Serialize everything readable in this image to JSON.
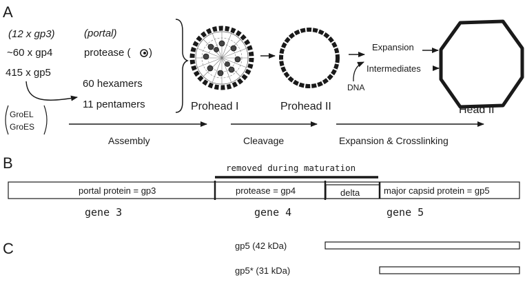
{
  "panel_a": {
    "letter": "A",
    "inputs": {
      "line1": "(12 x gp3)",
      "line2": "~60 x gp4",
      "line3": "415 x gp5",
      "portal": "(portal)",
      "protease": "protease (",
      "protease_close": ")",
      "hexamers": "60 hexamers",
      "pentamers": "11 pentamers",
      "chaperone1": "GroEL",
      "chaperone2": "GroES"
    },
    "states": {
      "prohead1": "Prohead I",
      "prohead2": "Prohead II",
      "head2": "Head II"
    },
    "expansion1": "Expansion",
    "expansion2": "Intermediates",
    "dna": "DNA",
    "steps": {
      "assembly": "Assembly",
      "cleavage": "Cleavage",
      "expansion": "Expansion & Crosslinking"
    }
  },
  "panel_b": {
    "letter": "B",
    "removed": "removed during maturation",
    "seg_portal": "portal protein = gp3",
    "seg_protease": "protease = gp4",
    "seg_delta": "delta",
    "seg_capsid": "major capsid protein = gp5",
    "gene3": "gene 3",
    "gene4": "gene 4",
    "gene5": "gene 5"
  },
  "panel_c": {
    "letter": "C",
    "gp5": "gp5 (42 kDa)",
    "gp5star": "gp5* (31 kDa)"
  }
}
